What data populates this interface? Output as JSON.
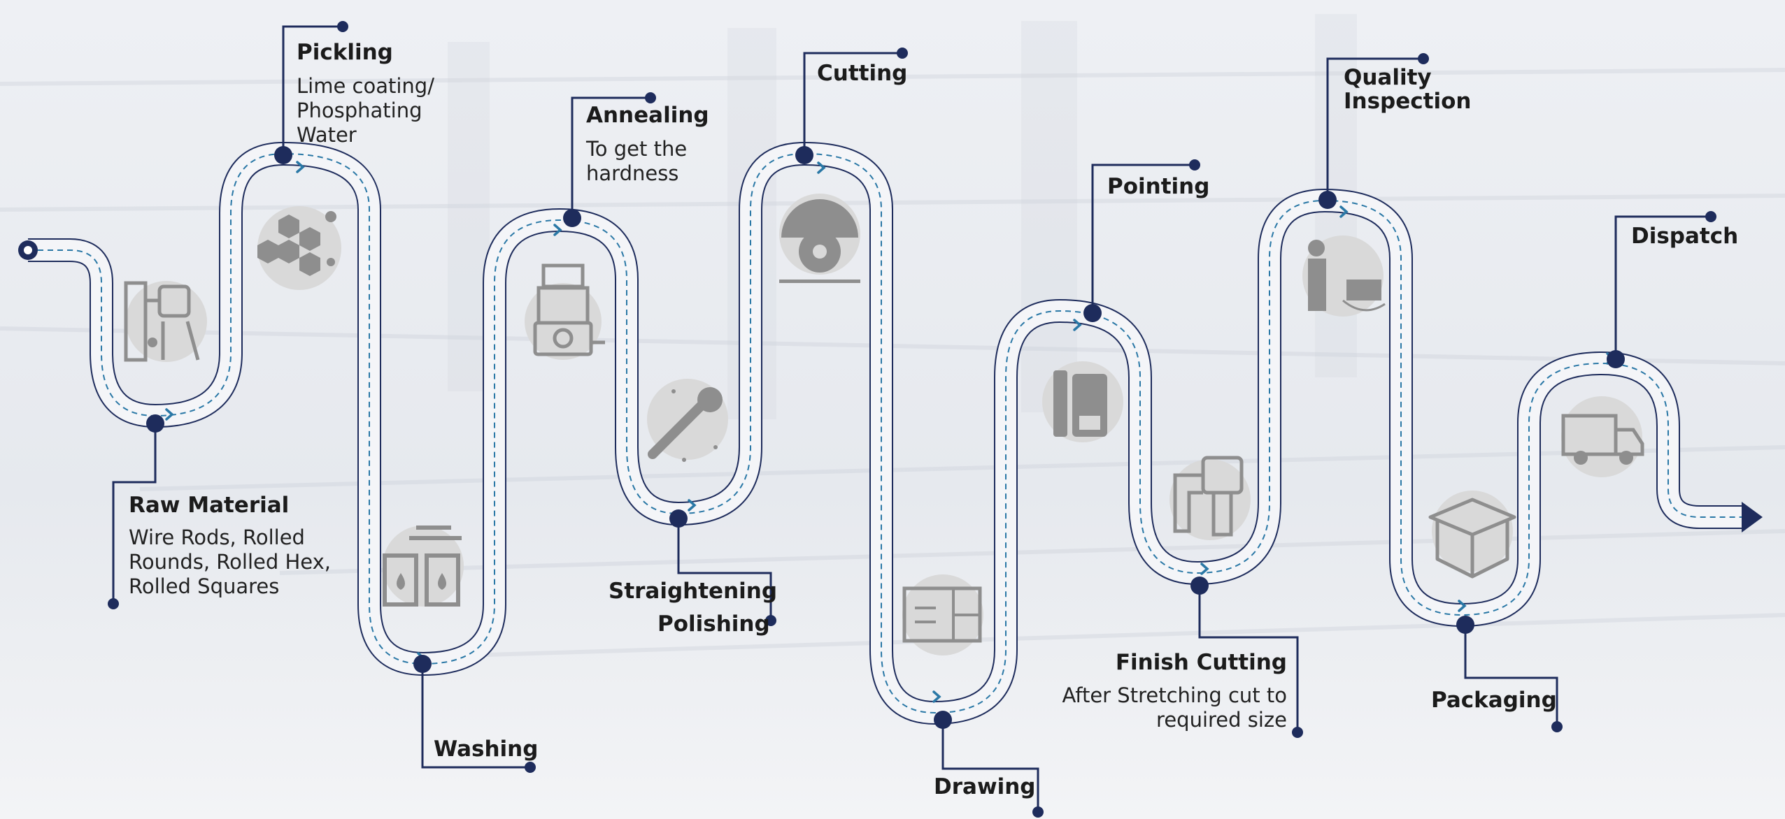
{
  "colors": {
    "navy": "#1e2c5c",
    "teal": "#2a78a6",
    "icon": "#8e8e8e",
    "icon_bg": "#d9d9d9"
  },
  "steps": [
    {
      "id": "raw-material",
      "title": "Raw Material",
      "desc": "Wire Rods, Rolled\nRounds, Rolled Hex,\nRolled Squares",
      "icon": "welder-icon"
    },
    {
      "id": "pickling",
      "title": "Pickling",
      "desc": "Lime coating/\nPhosphating\nWater",
      "icon": "molecule-icon"
    },
    {
      "id": "washing",
      "title": "Washing",
      "desc": "",
      "icon": "factory-drop-icon"
    },
    {
      "id": "annealing",
      "title": "Annealing",
      "desc": "To get the\nhardness",
      "icon": "furnace-icon"
    },
    {
      "id": "straightening",
      "title": "Straightening",
      "desc": "",
      "icon": ""
    },
    {
      "id": "polishing",
      "title": "Polishing",
      "desc": "",
      "icon": "polisher-icon"
    },
    {
      "id": "cutting",
      "title": "Cutting",
      "desc": "",
      "icon": "saw-blade-icon"
    },
    {
      "id": "drawing",
      "title": "Drawing",
      "desc": "",
      "icon": "blueprint-icon"
    },
    {
      "id": "pointing",
      "title": "Pointing",
      "desc": "",
      "icon": "machine-icon"
    },
    {
      "id": "finish-cutting",
      "title": "Finish Cutting",
      "desc": "After Stretching cut to\nrequired size",
      "icon": "nail-gun-icon"
    },
    {
      "id": "quality-inspection",
      "title": "Quality\nInspection",
      "desc": "",
      "icon": "inspector-icon"
    },
    {
      "id": "packaging",
      "title": "Packaging",
      "desc": "",
      "icon": "box-icon"
    },
    {
      "id": "dispatch",
      "title": "Dispatch",
      "desc": "",
      "icon": "truck-icon"
    }
  ]
}
